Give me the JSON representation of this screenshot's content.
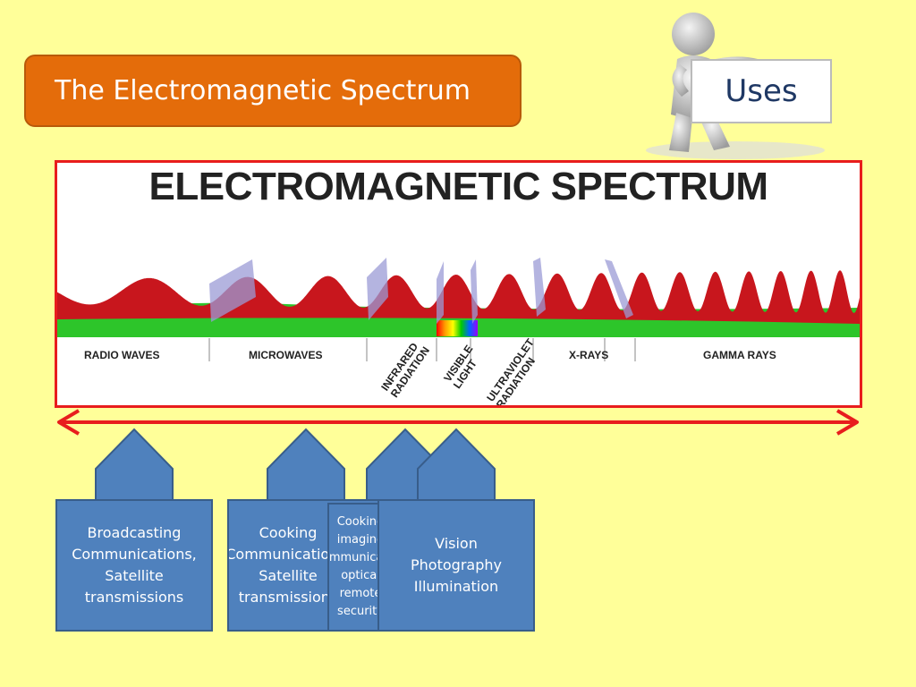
{
  "slide": {
    "title": "The Electromagnetic Spectrum",
    "uses_label": "Uses"
  },
  "spectrum": {
    "heading": "ELECTROMAGNETIC SPECTRUM",
    "bands": [
      "RADIO WAVES",
      "MICROWAVES",
      "INFRARED\nRADIATION",
      "VISIBLE\nLIGHT",
      "ULTRAVIOLET\nRADIATION",
      "X-RAYS",
      "GAMMA RAYS"
    ],
    "colors": {
      "wave_red": "#C8161D",
      "ground_green": "#2DC52A",
      "frame_red": "#E81D1D"
    }
  },
  "uses": [
    {
      "lines": [
        "Broadcasting",
        "Communications,",
        "Satellite",
        "transmissions"
      ]
    },
    {
      "lines": [
        "Cooking",
        "Communications,",
        "Satellite",
        "transmissions"
      ]
    },
    {
      "lines": [
        "Cooking",
        "imaging",
        "communication",
        "optical",
        "remote",
        "security"
      ]
    },
    {
      "lines": [
        "Vision",
        "Photography",
        "Illumination"
      ]
    }
  ],
  "colors": {
    "background": "#FFFF99",
    "title_orange": "#E46C0A",
    "box_blue": "#4F81BD",
    "arrow_red": "#E81D1D"
  }
}
